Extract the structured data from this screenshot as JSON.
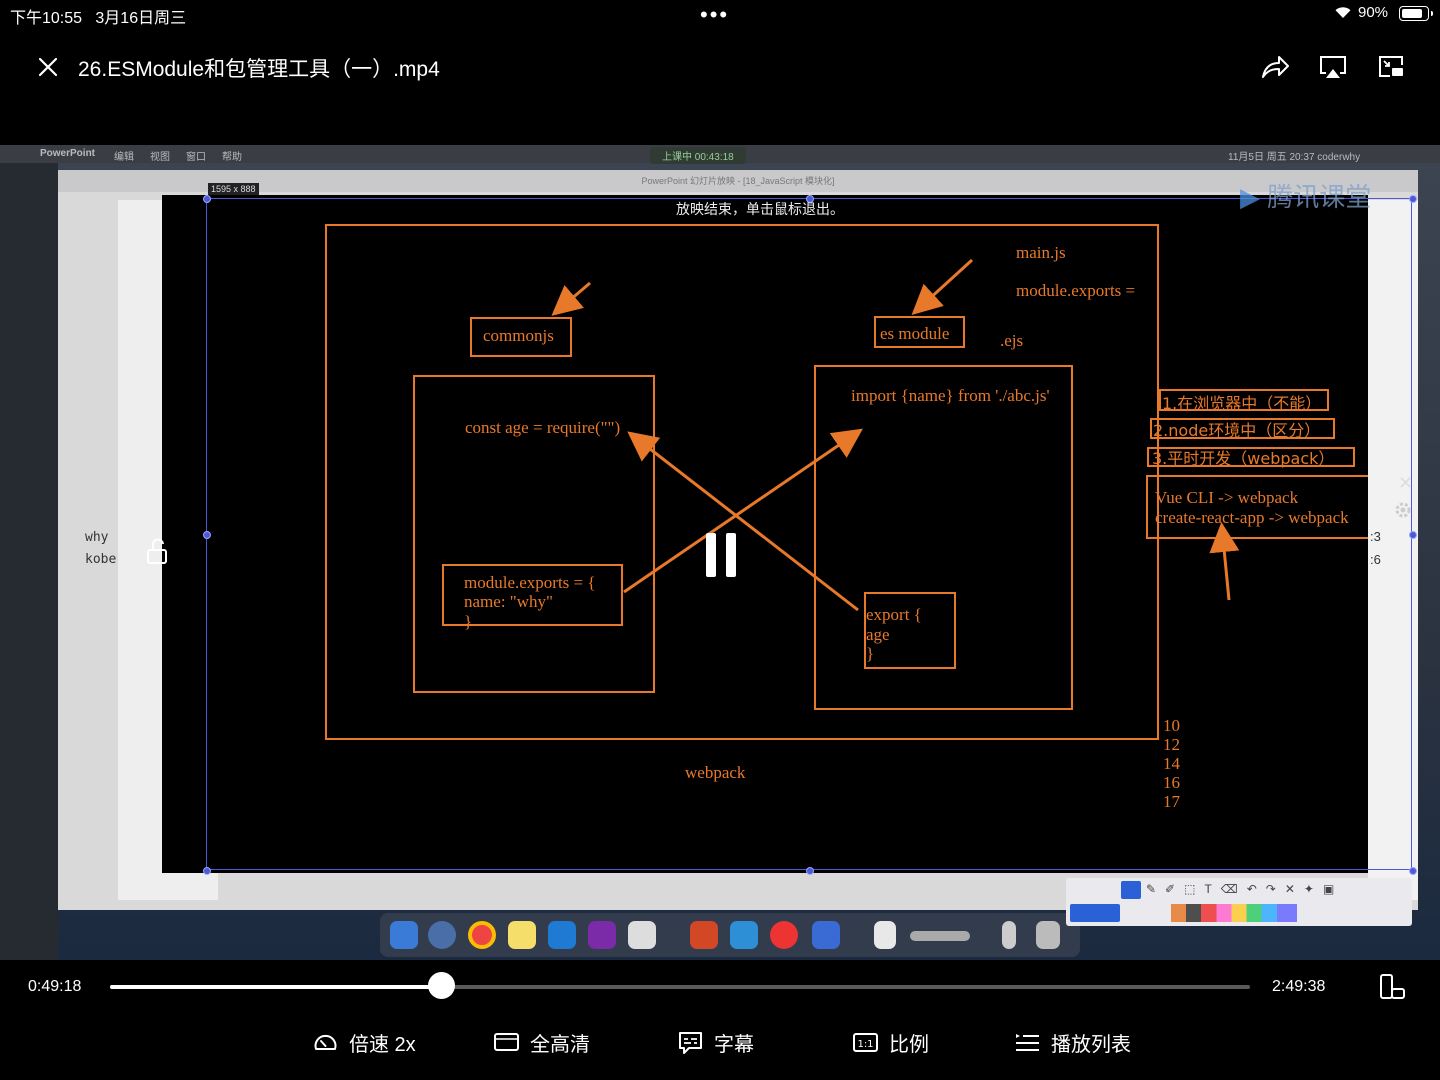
{
  "status_bar": {
    "time": "下午10:55",
    "date": "3月16日周三",
    "battery": "90%",
    "battery_level": 0.9
  },
  "header": {
    "title": "26.ESModule和包管理工具（一）.mp4"
  },
  "video": {
    "mac_menu": [
      "PowerPoint",
      "编辑",
      "视图",
      "窗口",
      "帮助"
    ],
    "mac_status_right": "11月5日 周五 20:37   coderwhy",
    "recording_badge": "上课中 00:43:18",
    "ppt_window_title": "PowerPoint 幻灯片放映 - [18_JavaScript 模块化]",
    "dimension_label": "1595 x 888",
    "end_message": "放映结束，单击鼠标退出。",
    "watermark": "腾讯课堂",
    "sidebar_names": [
      "why",
      "kobe"
    ],
    "slide": {
      "commonjs": "commonjs",
      "es_module": "es module",
      "main_js": "main.js",
      "module_exports_eq": "module.exports =",
      "ejs": ".ejs",
      "const_age": "const age = require(\"\")",
      "module_exports_obj": "module.exports = {",
      "name_why": " name: \"why\"",
      "close_brace": "}",
      "import_line": "import {name} from './abc.js'",
      "export_open": "export {",
      "export_age": " age",
      "webpack": "webpack",
      "note1": "1.在浏览器中（不能）",
      "note2": "2.node环境中（区分）",
      "note3": "3.平时开发（webpack）",
      "vue_cli": "Vue CLI -> webpack",
      "cra": "create-react-app -> webpack",
      "side_numbers": [
        "10",
        "12",
        "14",
        "16",
        "17"
      ],
      "edge_numbers": [
        ":3",
        ":6"
      ]
    }
  },
  "player": {
    "current_time": "0:49:18",
    "total_time": "2:49:38",
    "progress": 0.2905
  },
  "controls": {
    "speed": "倍速 2x",
    "quality": "全高清",
    "subtitles": "字幕",
    "ratio": "比例",
    "playlist": "播放列表"
  }
}
